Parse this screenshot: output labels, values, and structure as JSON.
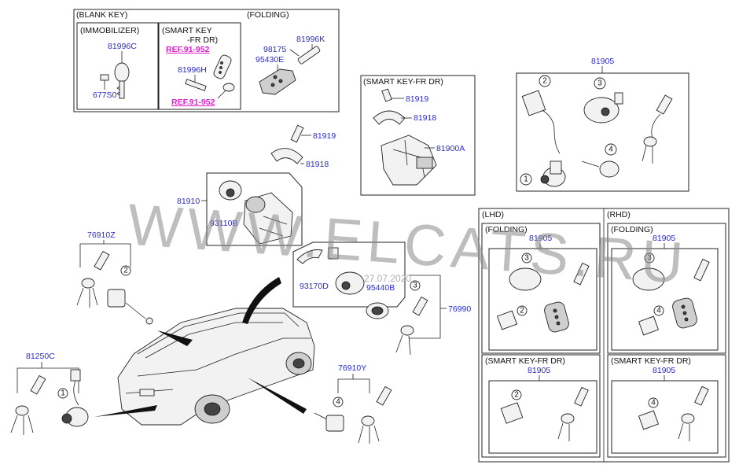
{
  "boxes": {
    "blank_key": "(BLANK KEY)",
    "immobilizer": "(IMMOBILIZER)",
    "smart_key_l1": "(SMART KEY",
    "smart_key_l2": "-FR DR)",
    "folding_top": "(FOLDING)",
    "smart_key_fr_dr": "(SMART KEY-FR DR)",
    "lhd": "(LHD)",
    "rhd": "(RHD)",
    "folding_lhd": "(FOLDING)",
    "folding_rhd": "(FOLDING)",
    "skfr_lhd": "(SMART KEY-FR DR)",
    "skfr_rhd": "(SMART KEY-FR DR)"
  },
  "parts": {
    "p81996C": "81996C",
    "p677S0": "677S0",
    "ref1": "REF.91-952",
    "p81996H": "81996H",
    "ref2": "REF.91-952",
    "p98175": "98175",
    "p81996K": "81996K",
    "p95430E": "95430E",
    "p81919_mid": "81919",
    "p81918_mid": "81918",
    "p81900A": "81900A",
    "p81905_top": "81905",
    "p81919": "81919",
    "p81918": "81918",
    "p81910": "81910",
    "p93110B": "93110B",
    "p76910Z": "76910Z",
    "p93170D": "93170D",
    "p95440B": "95440B",
    "p76990": "76990",
    "p81250C": "81250C",
    "p76910Y": "76910Y",
    "p81905_lhd_fold": "81905",
    "p81905_lhd_sk": "81905",
    "p81905_rhd_fold": "81905",
    "p81905_rhd_sk": "81905"
  },
  "callouts": [
    "1",
    "2",
    "3",
    "4"
  ],
  "watermark": {
    "text": "WWW.ELCATS.RU",
    "small": "27.07.2020"
  },
  "colors": {
    "line": "#222222",
    "part_number": "#2a2ad0",
    "reference": "#e020d0",
    "watermark": "#8a8a8a"
  }
}
